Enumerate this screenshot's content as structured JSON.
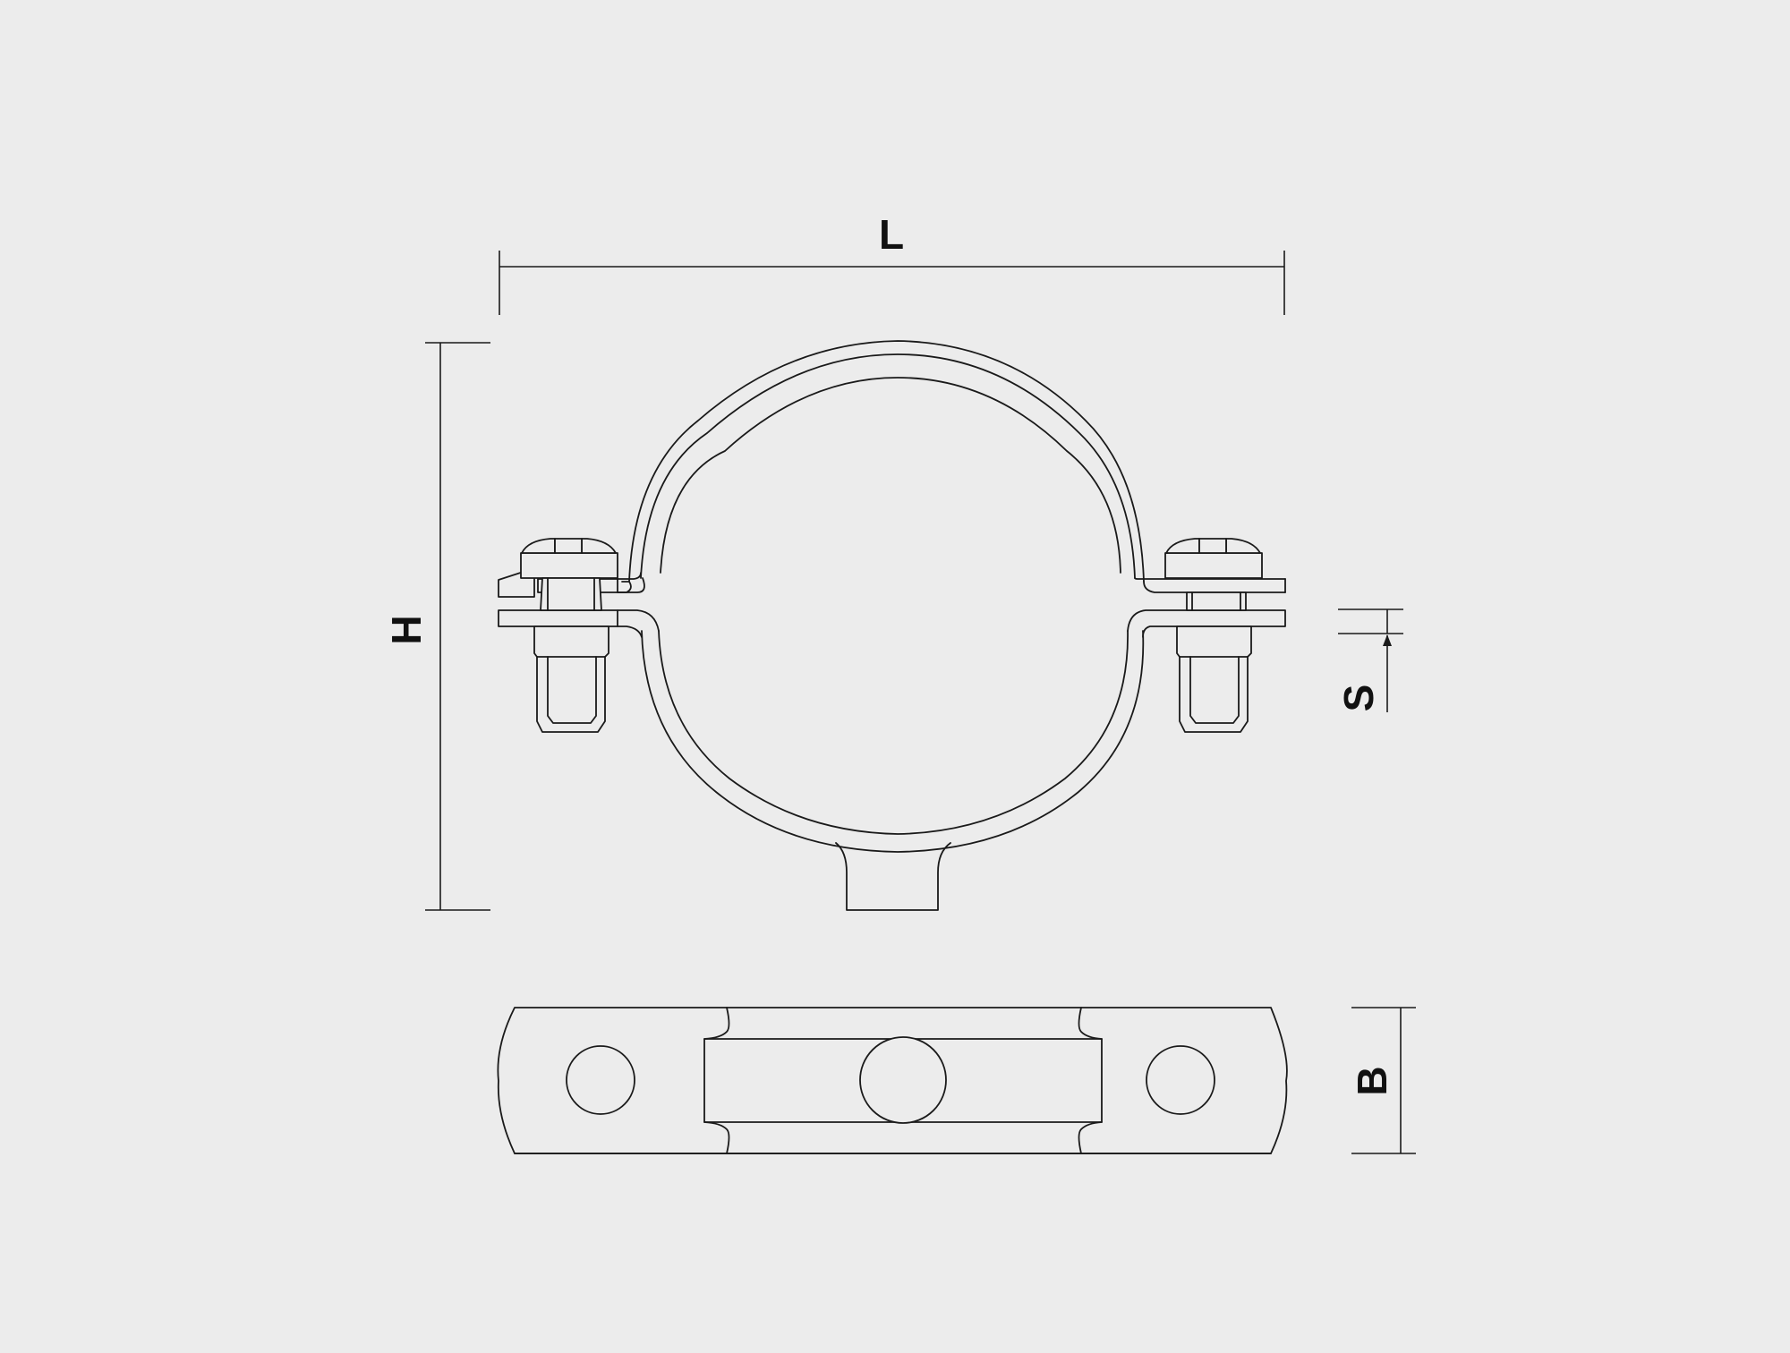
{
  "diagram": {
    "dimension_labels": {
      "length": "L",
      "height": "H",
      "thickness": "S",
      "width": "B"
    }
  },
  "colors": {
    "background": "#ececec",
    "line": "#1a1a1a"
  }
}
